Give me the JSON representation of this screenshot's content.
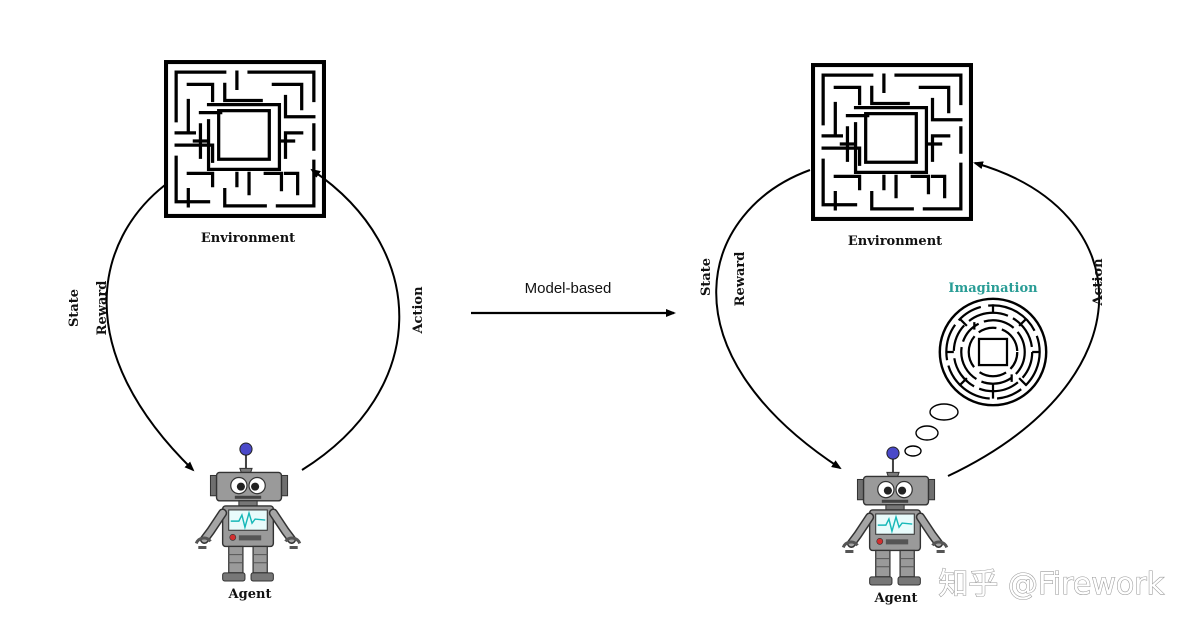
{
  "left_panel": {
    "environment_label": "Environment",
    "agent_label": "Agent",
    "state_label": "State",
    "reward_label": "Reward",
    "action_label": "Action"
  },
  "middle": {
    "transition_label": "Model-based"
  },
  "right_panel": {
    "environment_label": "Environment",
    "agent_label": "Agent",
    "state_label": "State",
    "reward_label": "Reward",
    "action_label": "Action",
    "imagination_label": "Imagination"
  },
  "watermark": {
    "text": "知乎 @Firework"
  },
  "colors": {
    "imagination": "#2a9d96",
    "robot_gray": "#8e8e8e",
    "antenna_ball": "#4a49c9",
    "screen": "#e8fbfb",
    "pulse": "#16b8b8"
  },
  "icons": {
    "environment": "maze-icon",
    "agent": "robot-icon",
    "imagination": "circular-maze-icon"
  }
}
